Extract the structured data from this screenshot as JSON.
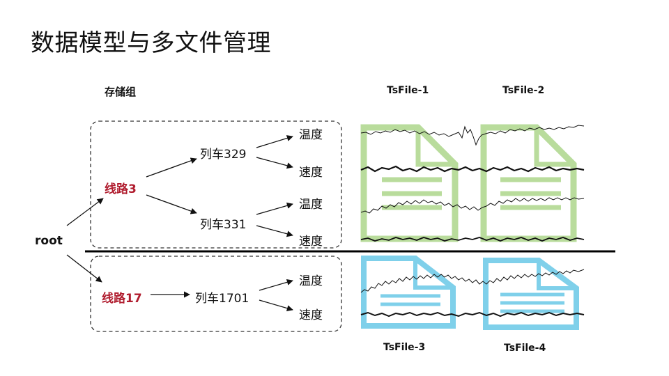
{
  "title": "数据模型与多文件管理",
  "storage_group_label": "存储组",
  "root_label": "root",
  "groups": [
    {
      "line": "线路3",
      "trains": [
        {
          "name": "列车329",
          "measurements": [
            "温度",
            "速度"
          ]
        },
        {
          "name": "列车331",
          "measurements": [
            "温度",
            "速度"
          ]
        }
      ]
    },
    {
      "line": "线路17",
      "trains": [
        {
          "name": "列车1701",
          "measurements": [
            "温度",
            "速度"
          ]
        }
      ]
    }
  ],
  "tsfiles": [
    "TsFile-1",
    "TsFile-2",
    "TsFile-3",
    "TsFile-4"
  ],
  "colors": {
    "line_label": "#b01c2e",
    "tsfile_top": "#b9dc9c",
    "tsfile_bottom": "#7fd0ea"
  }
}
